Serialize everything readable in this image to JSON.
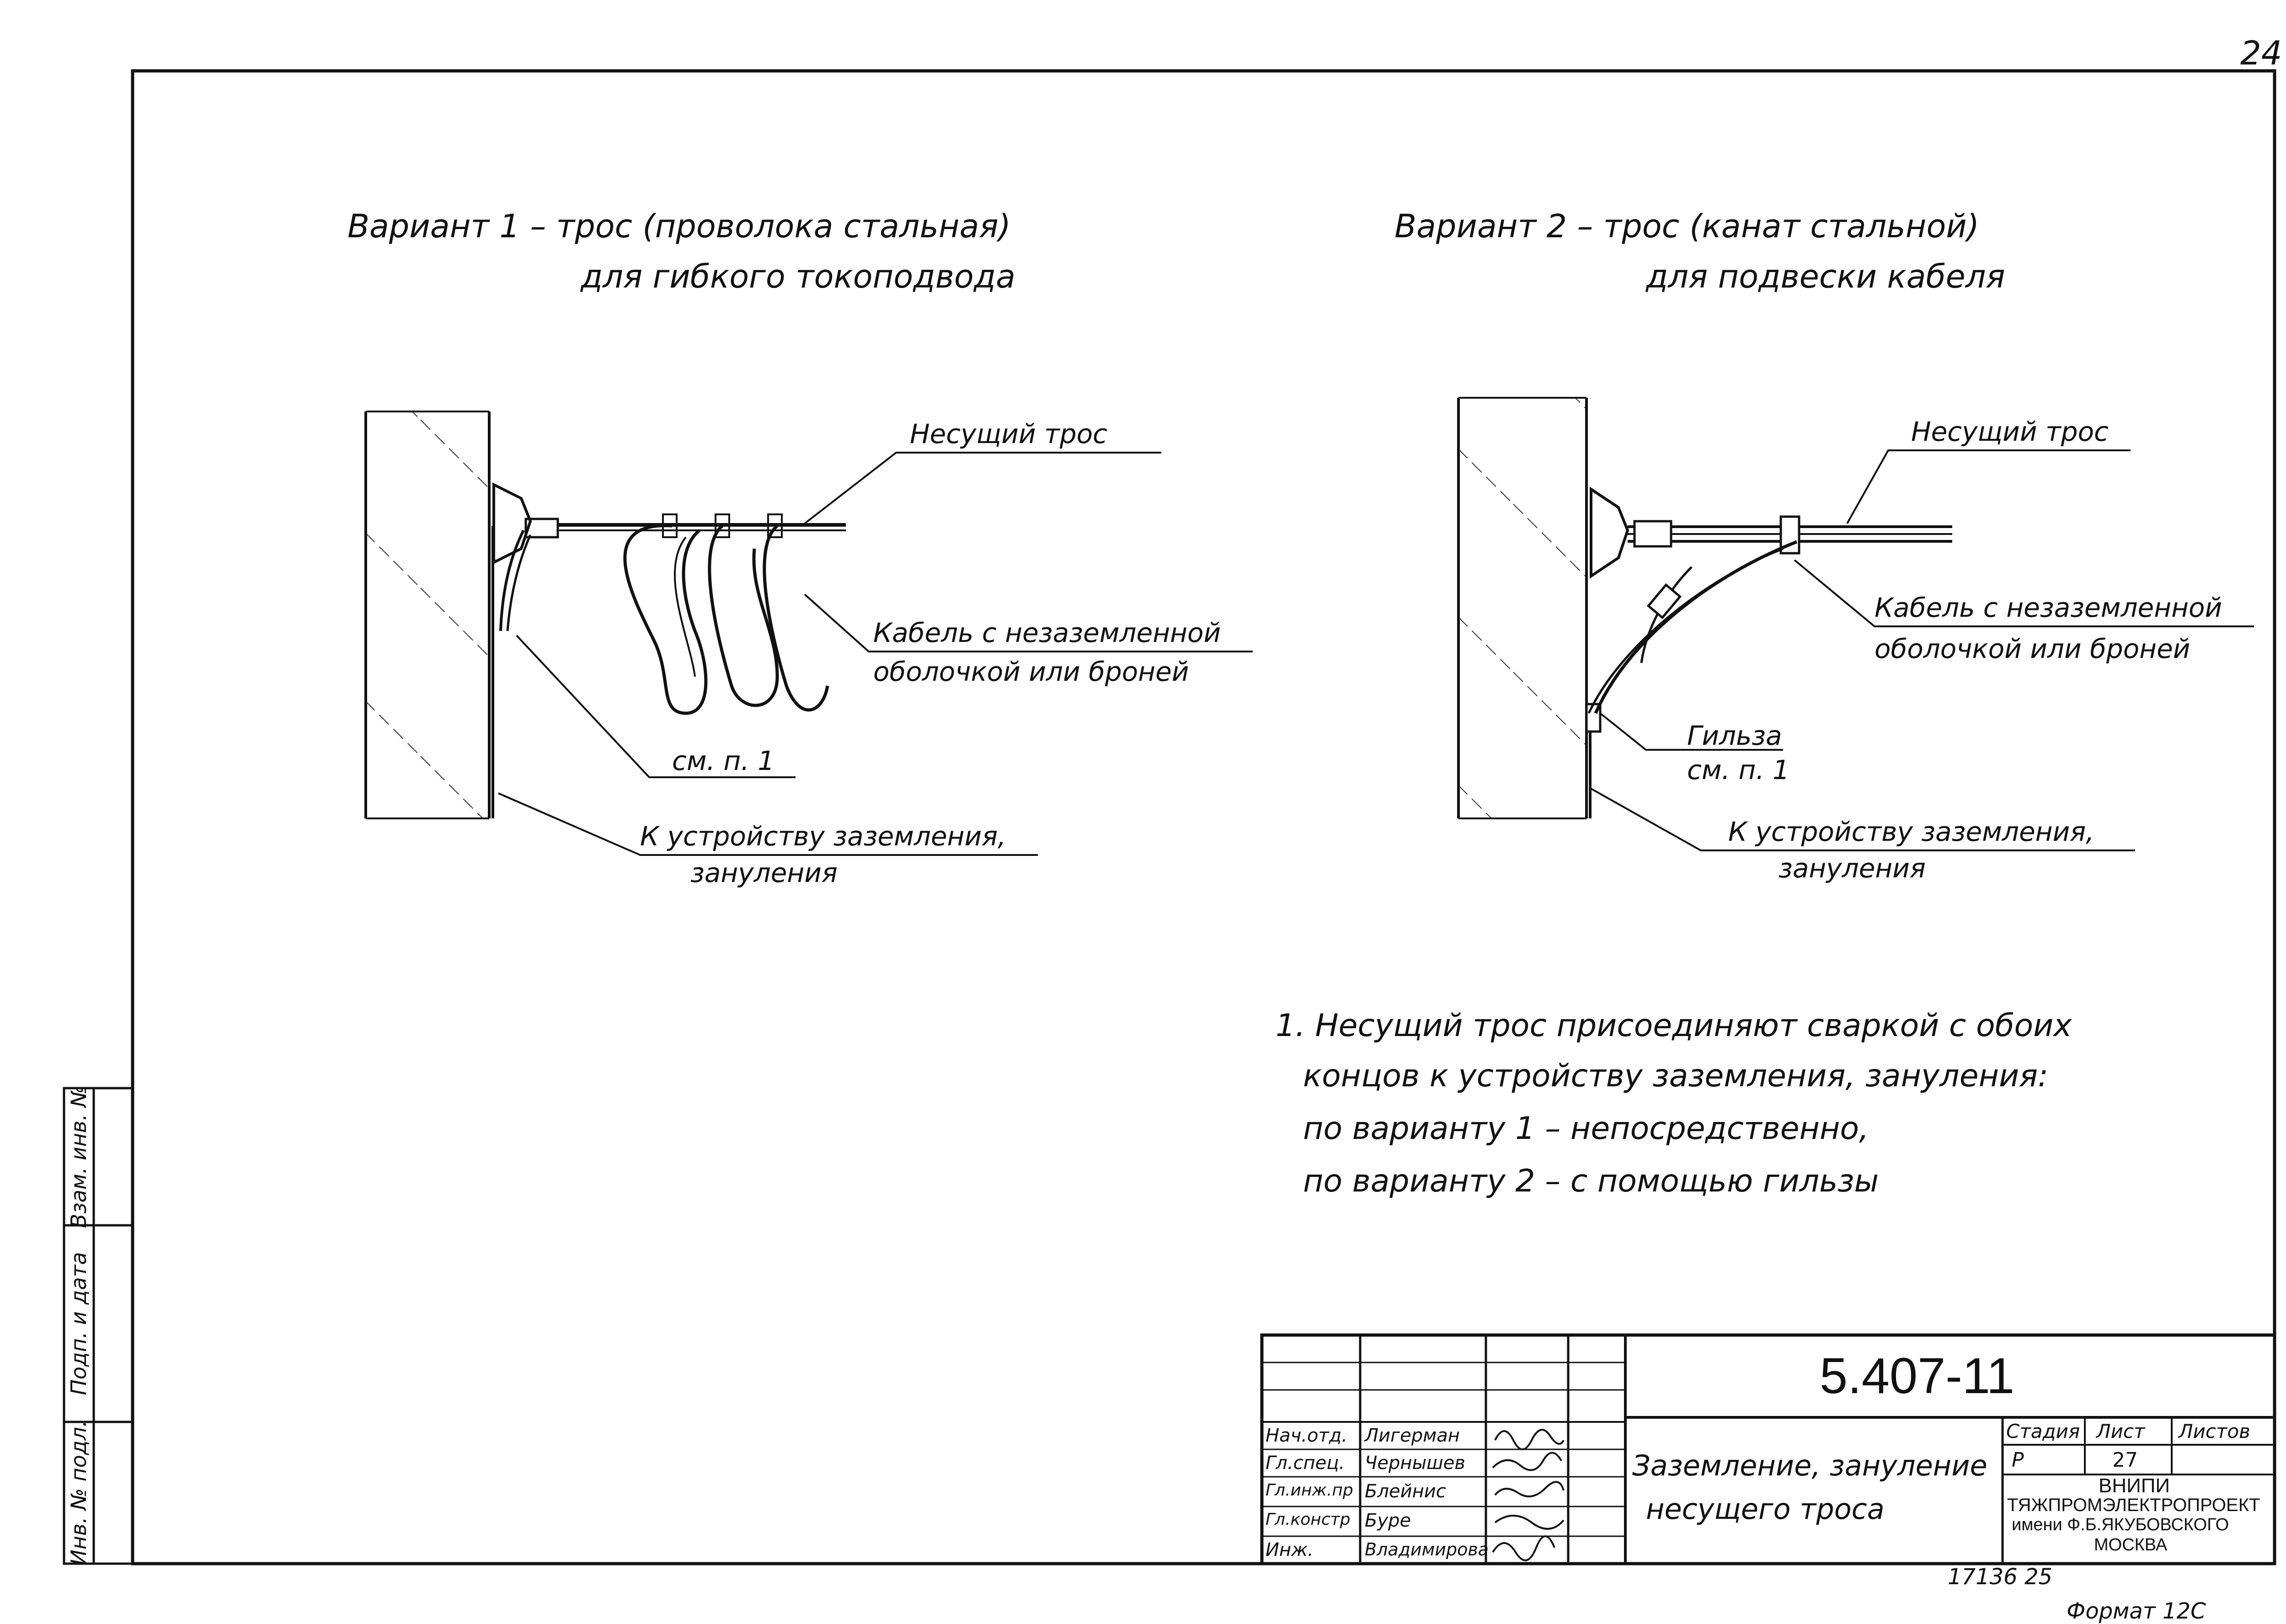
{
  "sheet_corner_number": "24",
  "variant1": {
    "title_line1": "Вариант 1 – трос (проволока стальная)",
    "title_line2": "для гибкого токоподвода",
    "label_rope": "Несущий трос",
    "label_cable_line1": "Кабель с незаземленной",
    "label_cable_line2": "оболочкой или броней",
    "label_ref": "см. п. 1",
    "label_ground_line1": "К устройству заземления,",
    "label_ground_line2": "зануления"
  },
  "variant2": {
    "title_line1": "Вариант 2 – трос (канат стальной)",
    "title_line2": "для подвески кабеля",
    "label_rope": "Несущий трос",
    "label_cable_line1": "Кабель с незаземленной",
    "label_cable_line2": "оболочкой или броней",
    "label_sleeve_line1": "Гильза",
    "label_sleeve_line2": "см. п. 1",
    "label_ground_line1": "К устройству заземления,",
    "label_ground_line2": "зануления"
  },
  "notes": [
    "1. Несущий трос присоединяют сваркой с обоих",
    "концов к устройству заземления, зануления:",
    "по варианту 1 – непосредственно,",
    "по варианту 2 – с помощью гильзы"
  ],
  "side_stamp": [
    "Инв. № подл.",
    "Подп. и дата",
    "Взам. инв. №"
  ],
  "title_block": {
    "doc_code": "5.407-11",
    "drawing_title_line1": "Заземление, зануление",
    "drawing_title_line2": "несущего троса",
    "col_stage": "Стадия",
    "col_sheet": "Лист",
    "col_sheets": "Листов",
    "stage": "Р",
    "sheet": "27",
    "org_line1": "ВНИПИ",
    "org_line2": "ТЯЖПРОМЭЛЕКТРОПРОЕКТ",
    "org_line3": "имени Ф.Б.ЯКУБОВСКОГО",
    "org_line4": "МОСКВА",
    "signatories": [
      {
        "role": "Нач.отд.",
        "name": "Лигерман"
      },
      {
        "role": "Гл.спец.",
        "name": "Чернышев"
      },
      {
        "role": "Гл.инж.пр",
        "name": "Блейнис"
      },
      {
        "role": "Гл.констр",
        "name": "Буре"
      },
      {
        "role": "Инж.",
        "name": "Владимирова"
      }
    ]
  },
  "bottom_number": "17136 25",
  "format": "Формат 12С"
}
